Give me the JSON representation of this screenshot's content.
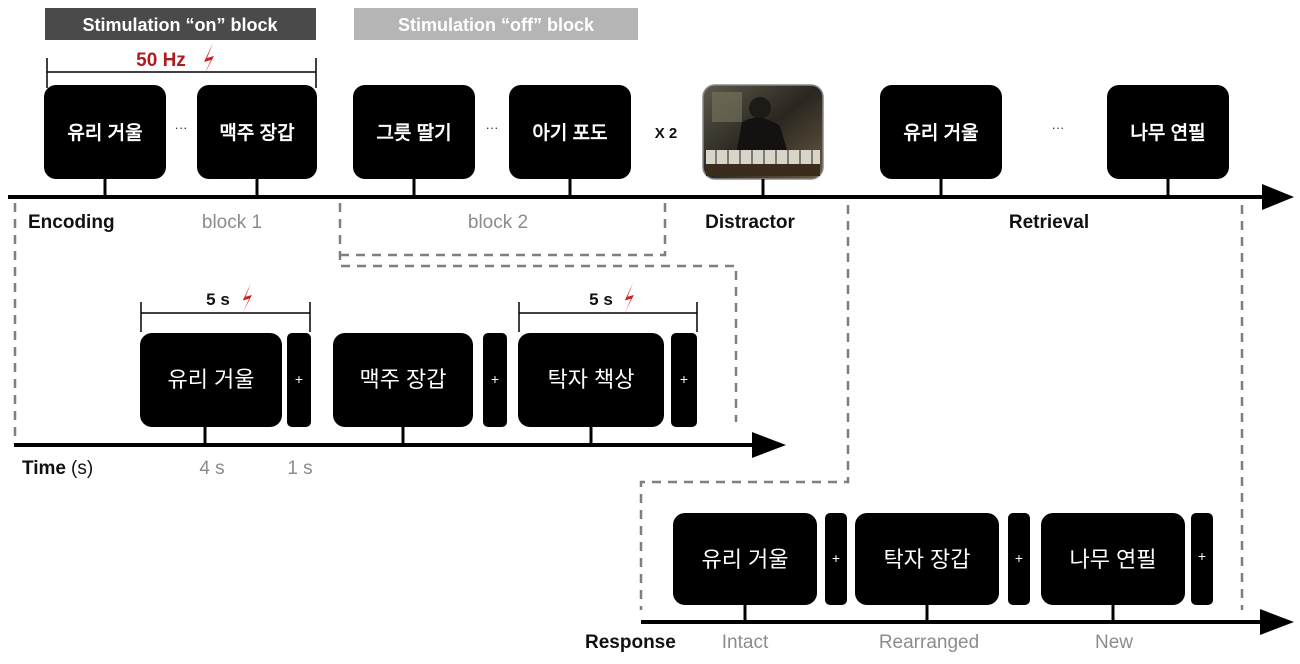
{
  "colors": {
    "on_bar": "#4a4a4a",
    "off_bar": "#b5b5b5",
    "bolt": "#cc1f1f",
    "freq_text": "#b01c1c",
    "card": "#000000",
    "card_text": "#ffffff",
    "axis": "#000000",
    "label_dark": "#111111",
    "label_grey": "#8c8c8c",
    "dash": "#7f7f7f"
  },
  "header": {
    "on_block_label": "Stimulation “on” block",
    "off_block_label": "Stimulation “off” block",
    "frequency": "50 Hz"
  },
  "encoding_row": {
    "cards": [
      "유리 거울",
      "맥주 장갑",
      "그릇 딸기",
      "아기 포도",
      "유리 거울",
      "나무 연필"
    ],
    "ellipsis": "···",
    "repeat": "X 2",
    "phase_labels": {
      "encoding": "Encoding",
      "block1": "block 1",
      "block2": "block 2",
      "distractor": "Distractor",
      "retrieval": "Retrieval"
    },
    "distractor_image": "pianist-photo"
  },
  "timing_row": {
    "duration": "5 s",
    "cards": [
      "유리 거울",
      "맥주 장갑",
      "탁자 책상"
    ],
    "fixation": "+",
    "axis_label_bold": "Time",
    "axis_label_unit": "(s)",
    "word_time": "4 s",
    "fixation_time": "1 s"
  },
  "response_row": {
    "cards": [
      "유리 거울",
      "탁자 장갑",
      "나무 연필"
    ],
    "fixation": "+",
    "axis_label": "Response",
    "options": [
      "Intact",
      "Rearranged",
      "New"
    ]
  }
}
